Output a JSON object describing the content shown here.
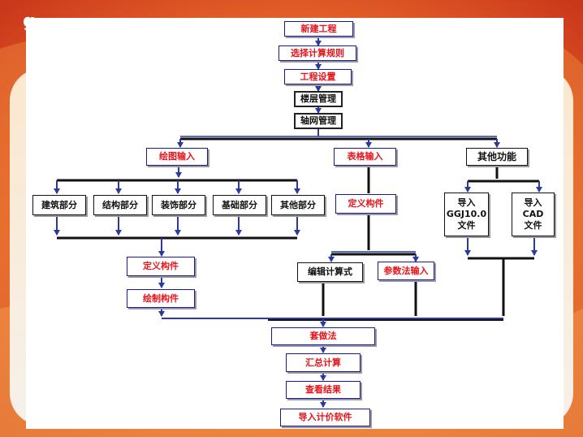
{
  "slide": {
    "title_fragment": "g",
    "colors": {
      "frame": "#d9461e",
      "frame_light": "#f5a35a",
      "arrow": "#2a3a9e",
      "line": "#111111",
      "red_text": "#e8141c"
    }
  },
  "flow": {
    "new_project": "新建工程",
    "select_rules": "选择计算规则",
    "project_settings": "工程设置",
    "floor_mgmt": "楼层管理",
    "axis_mgmt": "轴网管理",
    "drawing_input": "绘图输入",
    "table_input": "表格输入",
    "other_functions": "其他功能",
    "arch_part": "建筑部分",
    "struct_part": "结构部分",
    "deco_part": "装饰部分",
    "foundation_part": "基础部分",
    "other_part": "其他部分",
    "define_component_table": "定义构件",
    "import_ggj": "导入\nGGJ10.0\n文件",
    "import_cad": "导入\nCAD\n文件",
    "define_component_draw": "定义构件",
    "edit_formula": "编辑计算式",
    "param_input": "参数法输入",
    "draw_component": "绘制构件",
    "apply_method": "套做法",
    "summary_calc": "汇总计算",
    "view_result": "查看结果",
    "import_pricing": "导入计价软件"
  }
}
